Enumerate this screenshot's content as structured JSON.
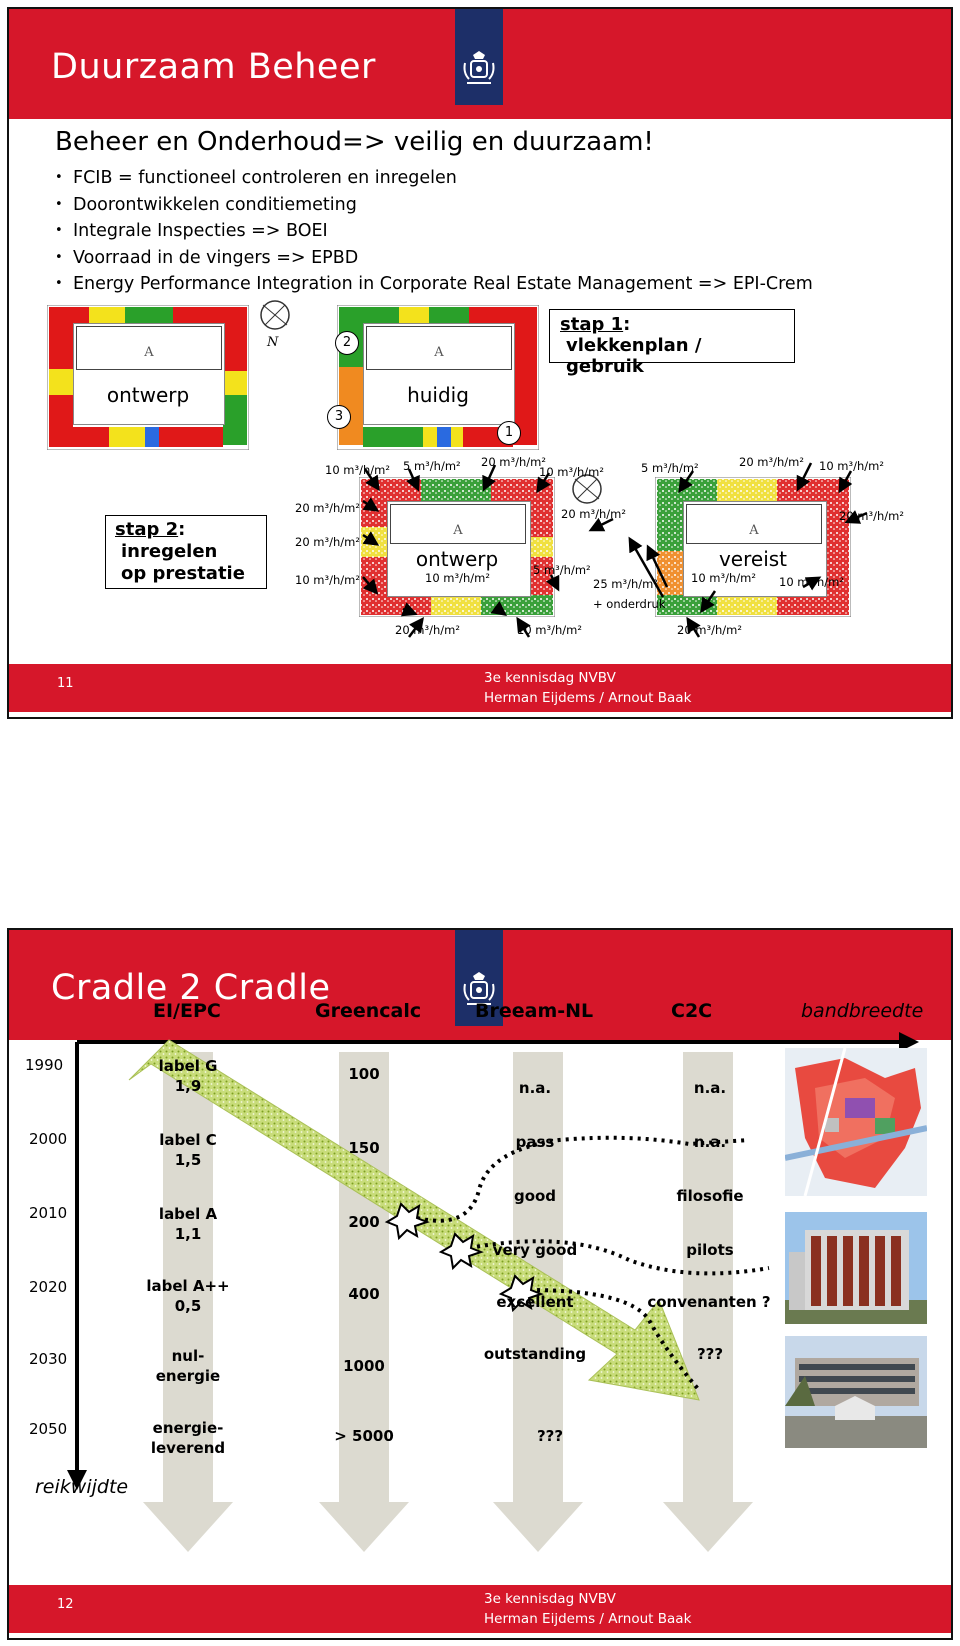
{
  "slide1": {
    "title": "Duurzaam Beheer",
    "subtitle": "Beheer en Onderhoud=> veilig en duurzaam!",
    "bullets": [
      "FCIB = functioneel controleren en inregelen",
      "Doorontwikkelen conditiemeting",
      "Integrale Inspecties => BOEI",
      "Voorraad in de vingers => EPBD",
      "Energy Performance Integration in Corporate Real Estate Management => EPI-Crem"
    ],
    "plans": {
      "ontwerp_top": "ontwerp",
      "huidig": "huidig",
      "ontwerp_bottom": "ontwerp",
      "vereist": "vereist",
      "room_label": "A",
      "compass_label": "N"
    },
    "markers": [
      "2",
      "3",
      "1"
    ],
    "stap1": {
      "title": "stap 1",
      "colon": ":",
      "text": "vlekkenplan / gebruik"
    },
    "stap2": {
      "title": "stap 2",
      "colon": ":",
      "line1": "inregelen",
      "line2": "op prestatie"
    },
    "rate_labels": {
      "r10": "10 m³/h/m²",
      "r5": "5 m³/h/m²",
      "r20": "20 m³/h/m²",
      "r25": "25 m³/h/m²",
      "onderdruk": "+ onderdruk"
    },
    "footer": {
      "page": "11",
      "line1": "3e kennisdag NVBV",
      "line2": "Herman Eijdems / Arnout Baak"
    }
  },
  "slide2": {
    "title": "Cradle 2 Cradle",
    "columns": [
      "EI/EPC",
      "Greencalc",
      "Breeam-NL",
      "C2C"
    ],
    "bandbreedte": "bandbreedte",
    "reikwijdte": "reikwijdte",
    "years": [
      "1990",
      "2000",
      "2010",
      "2020",
      "2030",
      "2050"
    ],
    "epc": [
      "label G\n1,9",
      "label C\n1,5",
      "label A\n1,1",
      "label A++\n0,5",
      "nul-\nenergie",
      "energie-\nleverend"
    ],
    "greencalc": [
      "100",
      "150",
      "200",
      "400",
      "1000",
      "> 5000"
    ],
    "breeam": [
      "n.a.",
      "pass",
      "good",
      "very good",
      "excellent",
      "outstanding",
      "???"
    ],
    "c2c": [
      "n.a.",
      "n.a.",
      "filosofie",
      "pilots",
      "convenanten ?",
      "???"
    ],
    "footer": {
      "page": "12",
      "line1": "3e kennisdag NVBV",
      "line2": "Herman Eijdems / Arnout Baak"
    }
  }
}
